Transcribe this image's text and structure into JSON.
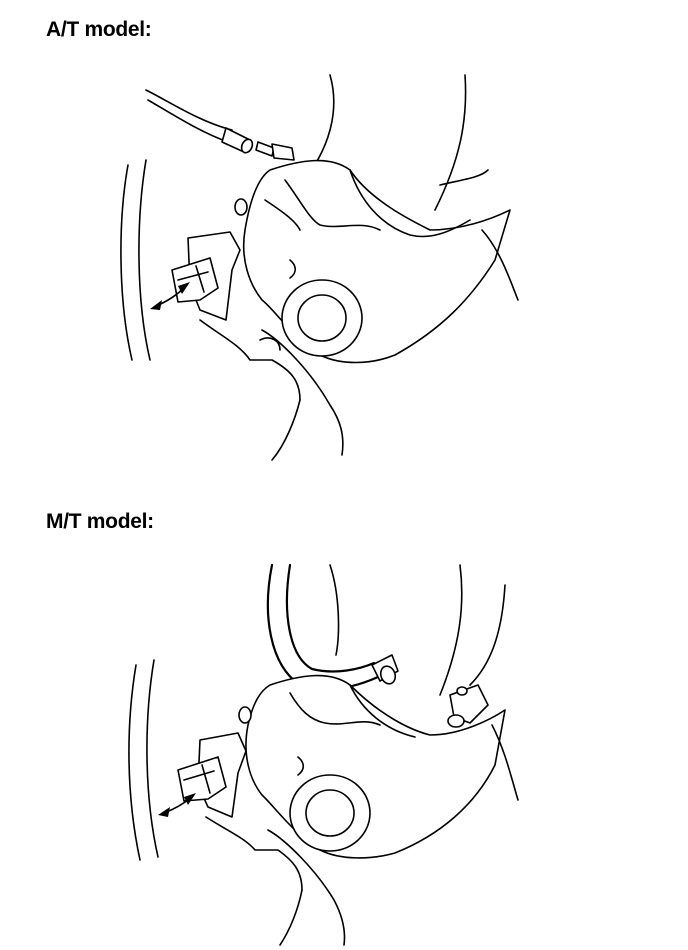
{
  "headings": {
    "at_model": "A/T model:",
    "mt_model": "M/T model:"
  },
  "figures": [
    {
      "name": "at-model-illustration"
    },
    {
      "name": "mt-model-illustration"
    }
  ]
}
